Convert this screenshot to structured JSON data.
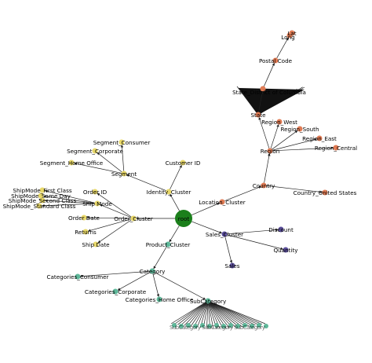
{
  "graph": {
    "colors": {
      "root": "#1b7f1b",
      "location": "#e07b54",
      "identity": "#e8d86a",
      "order": "#e8d86a",
      "product": "#5fb89a",
      "sales": "#5a4e9a",
      "edge": "#222222"
    },
    "nodes": [
      {
        "id": "root",
        "label": "root",
        "group": "root"
      },
      {
        "id": "loc",
        "label": "Location_Cluster",
        "group": "location"
      },
      {
        "id": "country",
        "label": "Country",
        "group": "location"
      },
      {
        "id": "country_us",
        "label": "Country_United States",
        "group": "location"
      },
      {
        "id": "region",
        "label": "Region",
        "group": "location"
      },
      {
        "id": "reg_west",
        "label": "Region_West",
        "group": "location"
      },
      {
        "id": "reg_south",
        "label": "Region_South",
        "group": "location"
      },
      {
        "id": "reg_east",
        "label": "Region_East",
        "group": "location"
      },
      {
        "id": "reg_central",
        "label": "Region_Central",
        "group": "location"
      },
      {
        "id": "state",
        "label": "State",
        "group": "location"
      },
      {
        "id": "state_hub",
        "label": "State_District of Columbia",
        "group": "location"
      },
      {
        "id": "postal",
        "label": "Postal Code",
        "group": "location"
      },
      {
        "id": "long",
        "label": "Long",
        "group": "location"
      },
      {
        "id": "lat",
        "label": "Lat",
        "group": "location"
      },
      {
        "id": "identity",
        "label": "Identity_Cluster",
        "group": "identity"
      },
      {
        "id": "cust_id",
        "label": "Customer ID",
        "group": "identity"
      },
      {
        "id": "segment",
        "label": "Segment",
        "group": "identity"
      },
      {
        "id": "seg_consumer",
        "label": "Segment_Consumer",
        "group": "identity"
      },
      {
        "id": "seg_corporate",
        "label": "Segment_Corporate",
        "group": "identity"
      },
      {
        "id": "seg_home",
        "label": "Segment_Home Office",
        "group": "identity"
      },
      {
        "id": "order",
        "label": "Order_Cluster",
        "group": "order"
      },
      {
        "id": "order_id",
        "label": "Order ID",
        "group": "order"
      },
      {
        "id": "ship_mode",
        "label": "Ship Mode",
        "group": "order"
      },
      {
        "id": "sm_first",
        "label": "ShipMode_First Class",
        "group": "order"
      },
      {
        "id": "sm_same",
        "label": "ShipMode_Same Day",
        "group": "order"
      },
      {
        "id": "sm_second",
        "label": "ShipMode_Second Class",
        "group": "order"
      },
      {
        "id": "sm_standard",
        "label": "ShipMode_Standard Class",
        "group": "order"
      },
      {
        "id": "order_date",
        "label": "Order Date",
        "group": "order"
      },
      {
        "id": "returns",
        "label": "Returns",
        "group": "order"
      },
      {
        "id": "ship_date",
        "label": "Ship Date",
        "group": "order"
      },
      {
        "id": "product",
        "label": "Product_Cluster",
        "group": "product"
      },
      {
        "id": "category",
        "label": "Category",
        "group": "product"
      },
      {
        "id": "cat_consumer",
        "label": "Categories_Consumer",
        "group": "product"
      },
      {
        "id": "cat_corporate",
        "label": "Categories_Corporate",
        "group": "product"
      },
      {
        "id": "cat_home",
        "label": "Categories_Home Office",
        "group": "product"
      },
      {
        "id": "subcat",
        "label": "SubCategory",
        "group": "product"
      },
      {
        "id": "sales",
        "label": "Sales_Cluster",
        "group": "sales"
      },
      {
        "id": "discount",
        "label": "Discount",
        "group": "sales"
      },
      {
        "id": "quantity",
        "label": "Quantity",
        "group": "sales"
      },
      {
        "id": "sales_v",
        "label": "Sales",
        "group": "sales"
      }
    ],
    "edges": [
      [
        "root",
        "loc"
      ],
      [
        "loc",
        "country"
      ],
      [
        "country",
        "country_us"
      ],
      [
        "country",
        "region"
      ],
      [
        "region",
        "reg_west"
      ],
      [
        "region",
        "reg_south"
      ],
      [
        "region",
        "reg_east"
      ],
      [
        "region",
        "reg_central"
      ],
      [
        "region",
        "state"
      ],
      [
        "state",
        "state_hub"
      ],
      [
        "state_hub",
        "postal"
      ],
      [
        "postal",
        "long"
      ],
      [
        "long",
        "lat"
      ],
      [
        "root",
        "identity"
      ],
      [
        "identity",
        "cust_id"
      ],
      [
        "identity",
        "segment"
      ],
      [
        "segment",
        "seg_consumer"
      ],
      [
        "segment",
        "seg_corporate"
      ],
      [
        "segment",
        "seg_home"
      ],
      [
        "root",
        "order"
      ],
      [
        "order",
        "order_id"
      ],
      [
        "order",
        "ship_mode"
      ],
      [
        "ship_mode",
        "sm_first"
      ],
      [
        "ship_mode",
        "sm_same"
      ],
      [
        "ship_mode",
        "sm_second"
      ],
      [
        "ship_mode",
        "sm_standard"
      ],
      [
        "order",
        "order_date"
      ],
      [
        "order",
        "returns"
      ],
      [
        "order",
        "ship_date"
      ],
      [
        "root",
        "product"
      ],
      [
        "product",
        "category"
      ],
      [
        "category",
        "cat_consumer"
      ],
      [
        "category",
        "cat_corporate"
      ],
      [
        "category",
        "cat_home"
      ],
      [
        "category",
        "subcat"
      ],
      [
        "root",
        "sales"
      ],
      [
        "sales",
        "discount"
      ],
      [
        "sales",
        "quantity"
      ],
      [
        "sales",
        "sales_v"
      ]
    ]
  }
}
